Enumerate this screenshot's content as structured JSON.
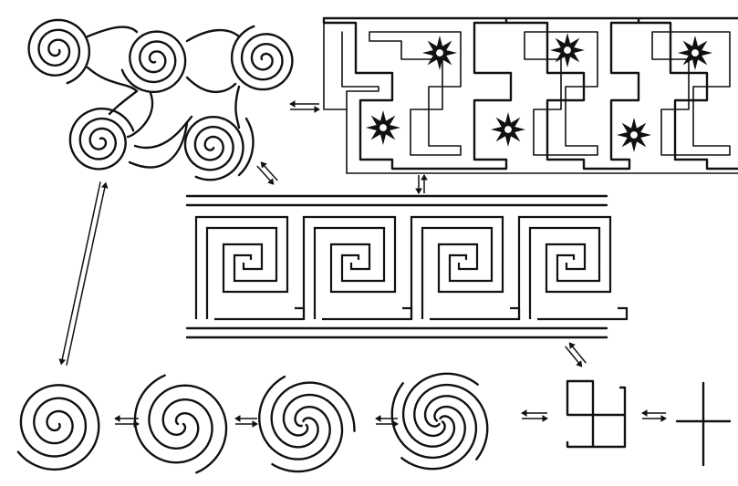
{
  "diagram": {
    "ink_color": "#111111",
    "background_color": "#ffffff",
    "motifs": [
      {
        "id": "triskele-spiral-cluster",
        "kind": "five linked spirals"
      },
      {
        "id": "meander-with-stars",
        "kind": "interlocking key meander with eight-point stars",
        "star_count": 6
      },
      {
        "id": "greek-key-band",
        "kind": "running greek key frieze",
        "units": 4
      },
      {
        "id": "spiral-single",
        "kind": "single spiral",
        "arms": 1
      },
      {
        "id": "spiral-double",
        "kind": "double spiral",
        "arms": 2
      },
      {
        "id": "spiral-triple",
        "kind": "triple spiral",
        "arms": 3
      },
      {
        "id": "spiral-quad",
        "kind": "quadruple spiral",
        "arms": 4
      },
      {
        "id": "swastika-key",
        "kind": "hooked cross"
      },
      {
        "id": "simple-cross",
        "kind": "plain cross"
      }
    ],
    "transitions": [
      {
        "from": "triskele-spiral-cluster",
        "to": "meander-with-stars",
        "icon": "double-arrow-icon"
      },
      {
        "from": "triskele-spiral-cluster",
        "to": "greek-key-band",
        "icon": "double-arrow-icon"
      },
      {
        "from": "meander-with-stars",
        "to": "greek-key-band",
        "icon": "double-arrow-icon"
      },
      {
        "from": "triskele-spiral-cluster",
        "to": "spiral-single",
        "icon": "long-double-arrow-icon"
      },
      {
        "from": "spiral-single",
        "to": "spiral-double",
        "icon": "double-arrow-icon"
      },
      {
        "from": "spiral-double",
        "to": "spiral-triple",
        "icon": "double-arrow-icon"
      },
      {
        "from": "spiral-triple",
        "to": "spiral-quad",
        "icon": "double-arrow-icon"
      },
      {
        "from": "spiral-quad",
        "to": "swastika-key",
        "icon": "double-arrow-icon"
      },
      {
        "from": "swastika-key",
        "to": "simple-cross",
        "icon": "double-arrow-icon"
      },
      {
        "from": "greek-key-band",
        "to": "swastika-key",
        "icon": "double-arrow-icon"
      }
    ]
  }
}
